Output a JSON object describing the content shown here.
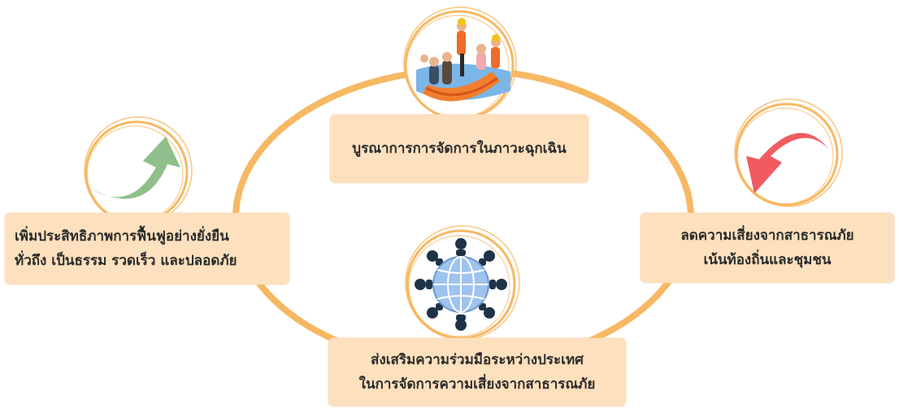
{
  "nodes": {
    "top": {
      "icon": "rescue-boat-illustration",
      "lines": [
        "บูรณาการการจัดการในภาวะฉุกเฉิน"
      ]
    },
    "left": {
      "icon": "green-up-arrow-icon",
      "lines": [
        "เพิ่มประสิทธิภาพการฟื้นฟูอย่างยั่งยืน",
        "ทั่วถึง เป็นธรรม รวดเร็ว และปลอดภัย"
      ]
    },
    "right": {
      "icon": "red-down-arrow-icon",
      "lines": [
        "ลดความเสี่ยงจากสาธารณภัย",
        "เน้นท้องถิ่นและชุมชน"
      ]
    },
    "bottom": {
      "icon": "globe-network-icon",
      "lines": [
        "ส่งเสริมความร่วมมือระหว่างประเทศ",
        "ในการจัดการความเสี่ยงจากสาธารณภัย"
      ]
    }
  },
  "colors": {
    "ring": "#f6b863",
    "card": "#fde0bd",
    "green_arrow": "#8fbf8a",
    "red_arrow": "#f15b60",
    "globe": "#9fc3ef",
    "people": "#1f3347"
  }
}
